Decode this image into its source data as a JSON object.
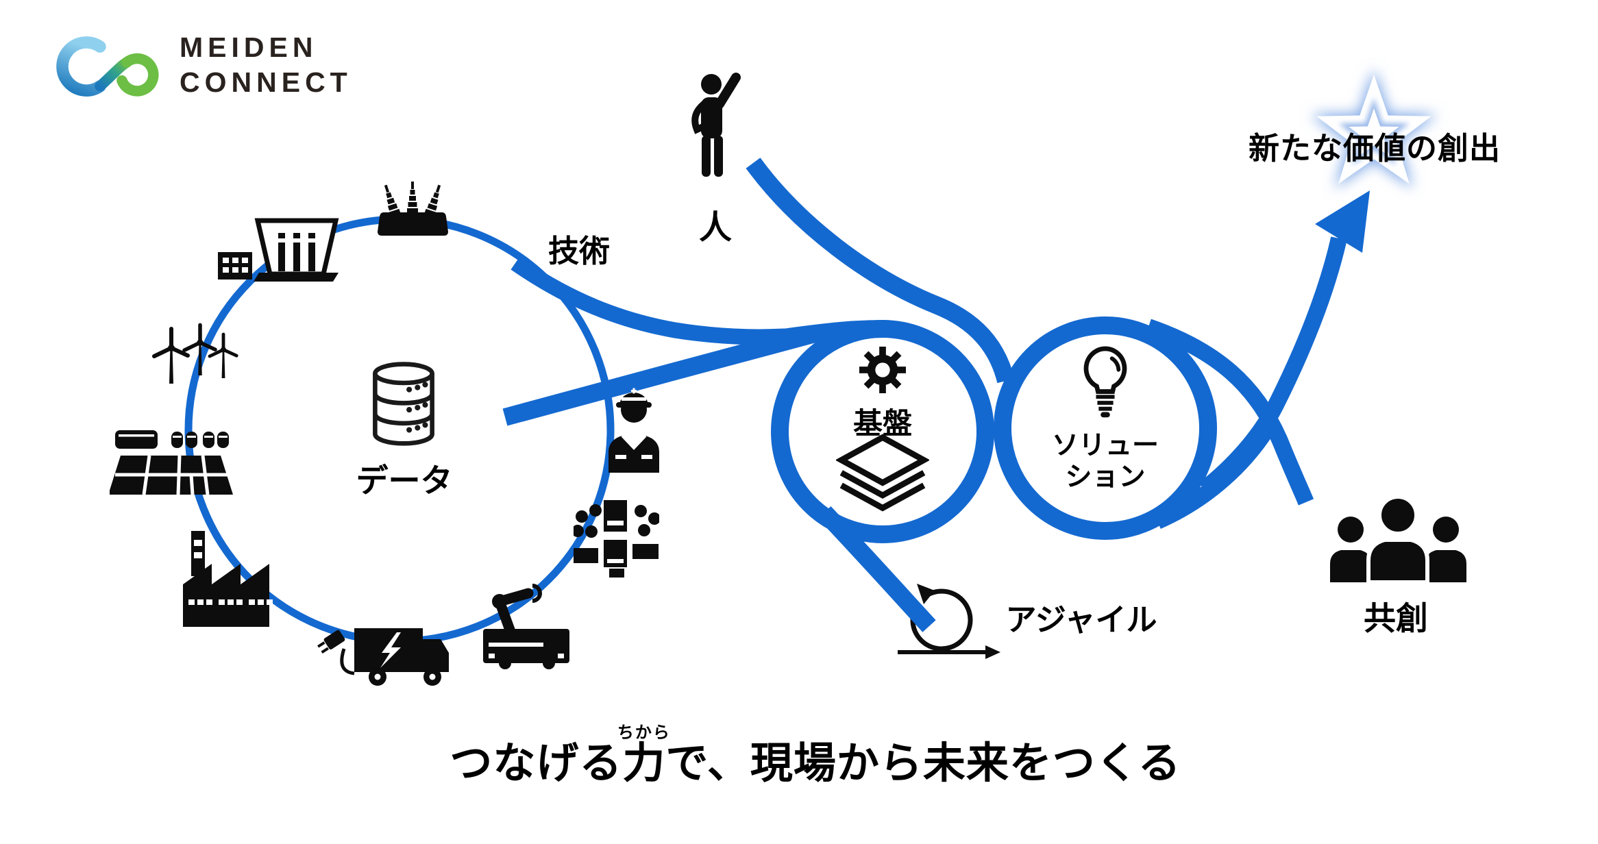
{
  "logo": {
    "line1": "MEIDEN",
    "line2": "CONNECT"
  },
  "labels": {
    "technology": "技術",
    "person": "人",
    "data": "データ",
    "platform": "基盤",
    "solution": "ソリューション",
    "agile": "アジャイル",
    "co_creation": "共創",
    "new_value": "新たな価値の創出"
  },
  "tagline": {
    "before": "つなげる",
    "ruby_base": "力",
    "ruby_text": "ちから",
    "after": "で、現場から未来をつくる"
  },
  "colors": {
    "flow_blue": "#1469D0",
    "pictogram_black": "#0d0d0d",
    "logo_text_dark": "#29221f",
    "logo_blue_light": "#8FD0EE",
    "logo_blue_deep": "#1C78BC",
    "logo_green": "#6CBE45",
    "star_glow_blue": "#7FA8E6"
  },
  "icons": {
    "logo_mark": "infinity-co-mark",
    "left_cycle": [
      "hydro-dam",
      "transformer",
      "wind-turbines",
      "solar-storage",
      "factory",
      "ev-truck-with-plug",
      "robot-arm",
      "plant-aerial",
      "field-worker"
    ],
    "flow": [
      "person-raising-hand",
      "database",
      "gear",
      "layers",
      "lightbulb",
      "agile-loop-arrow",
      "people-group",
      "star-burst",
      "up-arrow"
    ]
  }
}
